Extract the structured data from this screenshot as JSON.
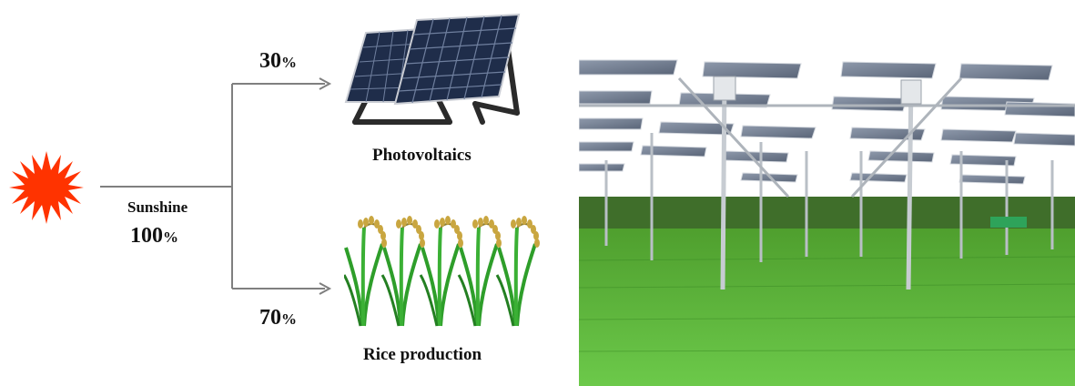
{
  "diagram": {
    "source": {
      "name": "Sunshine",
      "percent": "100",
      "unit": "%"
    },
    "branch_top": {
      "percent": "30",
      "unit": "%",
      "label": "Photovoltaics"
    },
    "branch_bottom": {
      "percent": "70",
      "unit": "%",
      "label": "Rice production"
    }
  },
  "icons": {
    "sun": "sun-icon",
    "solar_panel": "solar-panel-icon",
    "rice": "rice-plants-icon"
  },
  "colors": {
    "sun": "#ff3300",
    "arrow": "#7f7f7f",
    "panel": "#1f2d4a",
    "rice_leaf": "#2e9e2a",
    "rice_grain": "#c9a640",
    "field": "#5bbf3a",
    "sky": "#ffffff"
  }
}
